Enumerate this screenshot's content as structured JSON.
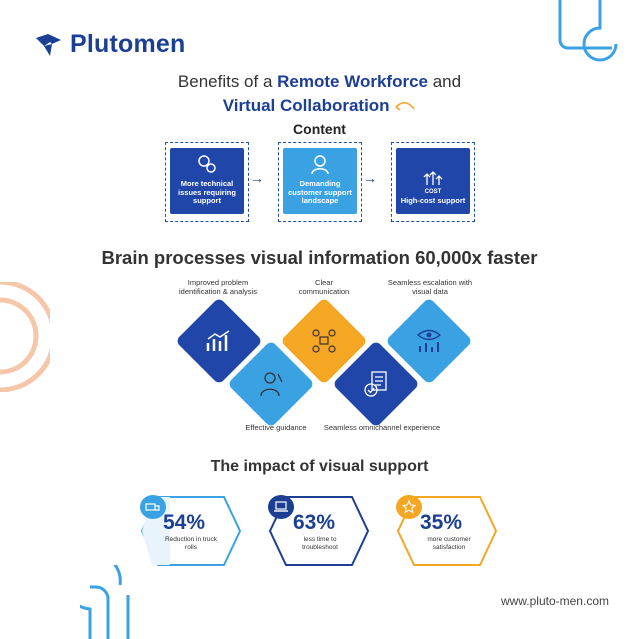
{
  "brand": {
    "name": "Plutomen"
  },
  "title": {
    "prefix": "Benefits of a ",
    "highlight": "Remote Workforce",
    "suffix": " and",
    "line2": "Virtual Collaboration"
  },
  "content": {
    "heading": "Content",
    "boxes": [
      {
        "label": "More technical issues requiring support"
      },
      {
        "label": "Demanding customer support landscape"
      },
      {
        "label": "High-cost support"
      }
    ]
  },
  "brain": {
    "heading": "Brain processes visual information 60,000x faster",
    "items": [
      {
        "label": "Improved problem identification & analysis"
      },
      {
        "label": "Clear communication"
      },
      {
        "label": "Seamless escalation with visual data"
      },
      {
        "label": "Effective guidance"
      },
      {
        "label": "Seamless omnichannel experience"
      }
    ]
  },
  "impact": {
    "heading": "The impact of visual support",
    "stats": [
      {
        "value": "54%",
        "label": "Reduction in truck rolls"
      },
      {
        "value": "63%",
        "label": "less time to troubleshoot"
      },
      {
        "value": "35%",
        "label": "more customer satisfaction"
      }
    ]
  },
  "icons": {
    "cost_text": "COST"
  },
  "footer": {
    "url": "www.pluto-men.com"
  },
  "colors": {
    "dark_blue": "#1c3f94",
    "light_blue": "#3aa2e2",
    "orange": "#f5a623",
    "peach": "#f6c6a8"
  }
}
